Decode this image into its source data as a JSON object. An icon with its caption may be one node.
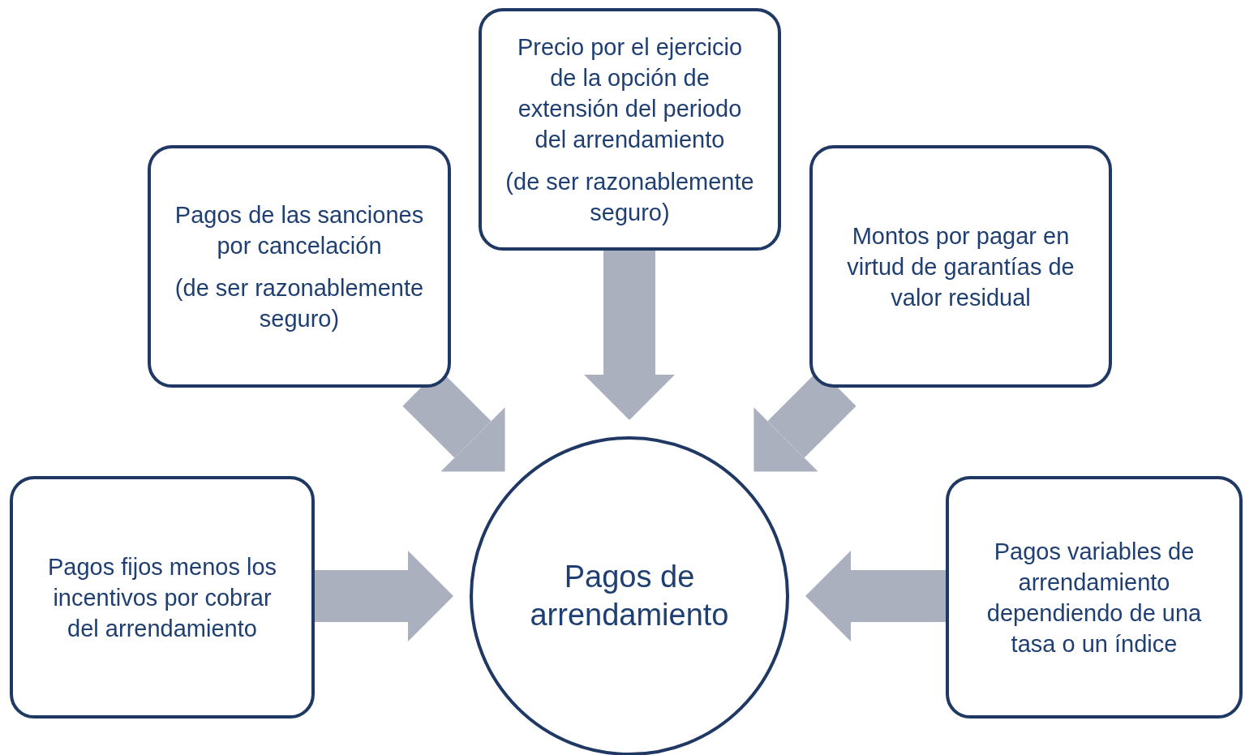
{
  "diagram": {
    "nodes": [
      {
        "text": [
          "Precio por el ejercicio de la opción de extensión del periodo del arrendamiento",
          "(de ser razonablemente seguro)"
        ]
      },
      {
        "text": [
          "Pagos de las sanciones por cancelación",
          "(de ser razonablemente seguro)"
        ]
      },
      {
        "text": [
          "Montos por pagar en virtud de garantías de valor residual"
        ]
      },
      {
        "text": [
          "Pagos de arrendamiento"
        ]
      },
      {
        "text": [
          "Pagos fijos menos los incentivos por cobrar del arrendamiento"
        ]
      },
      {
        "text": [
          "Pagos variables de arrendamiento dependiendo de una tasa o un índice"
        ]
      }
    ],
    "edges": [
      {
        "from": 0,
        "to": 3,
        "arrow": "to"
      },
      {
        "from": 1,
        "to": 3,
        "arrow": "to"
      },
      {
        "from": 2,
        "to": 3,
        "arrow": "to"
      },
      {
        "from": 4,
        "to": 3,
        "arrow": "to"
      },
      {
        "from": 5,
        "to": 3,
        "arrow": "to"
      }
    ]
  }
}
